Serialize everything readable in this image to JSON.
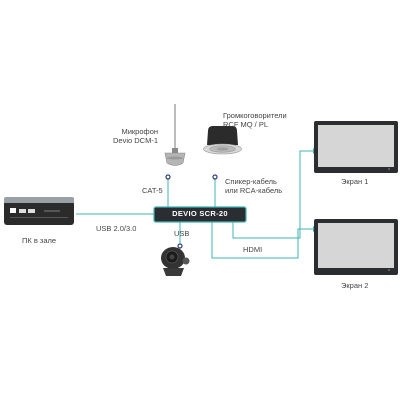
{
  "colors": {
    "accent": "#3fb4b4",
    "device_dark": "#2a2d32",
    "device_border": "#3fb4b4",
    "screen": "#2b2d31",
    "connector": "#2f3b73",
    "text": "#444444"
  },
  "labels": {
    "microphone": [
      "Микрофон",
      "Devio DCM-1"
    ],
    "speakers": [
      "Громкоговорители",
      "RCF MQ / PL"
    ],
    "speaker_cable": [
      "Спикер-кабель",
      "или RCA-кабель"
    ],
    "cat5": "CAT-5",
    "device": "DEVIO SCR-20",
    "pc": "ПК в зале",
    "usb_link": "USB 2.0/3.0",
    "usb": "USB",
    "hdmi": "HDMI",
    "screen1": "Экран 1",
    "screen2": "Экран 2"
  },
  "icons": [
    "microphone-icon",
    "speaker-icon",
    "camera-icon",
    "pc-icon",
    "screen-icon"
  ]
}
